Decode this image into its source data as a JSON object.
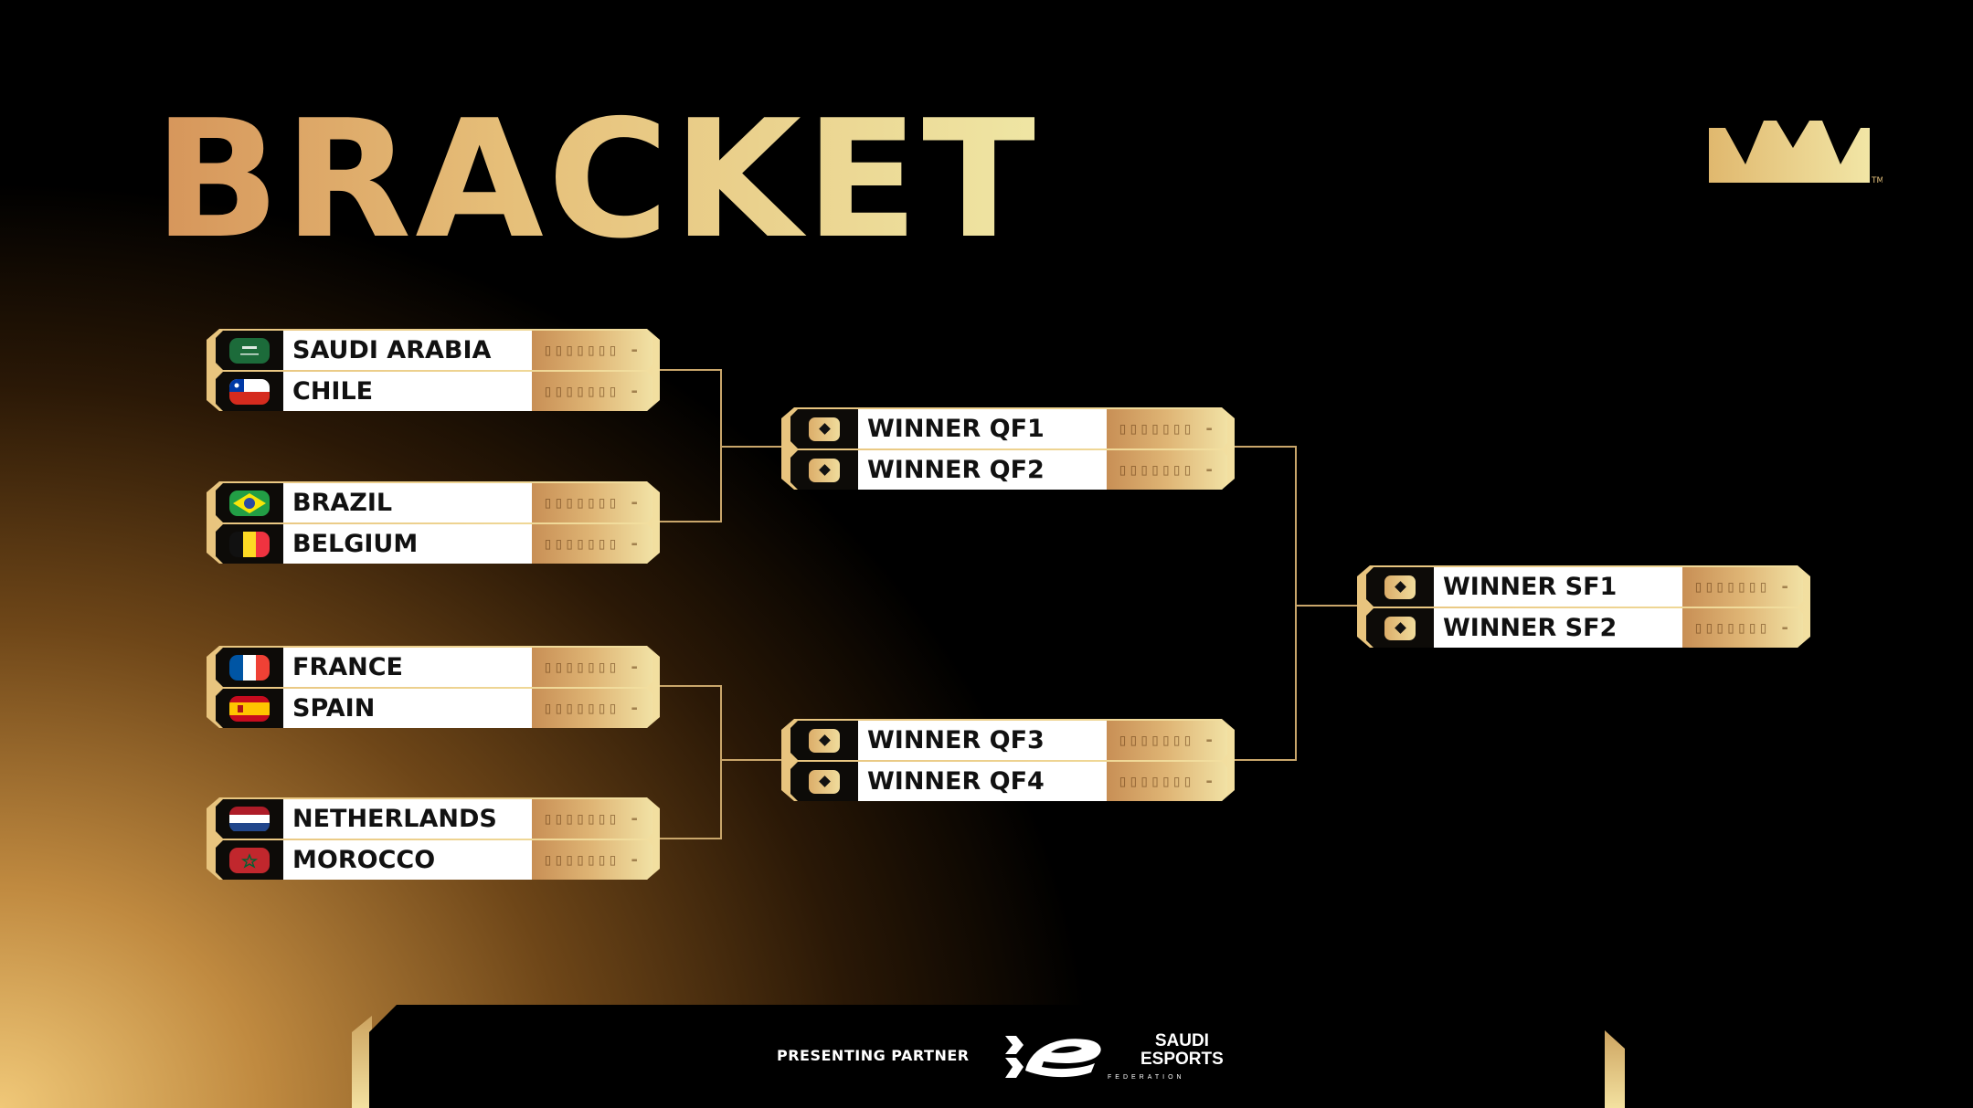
{
  "title": "BRACKET",
  "colors": {
    "gold_light": "#efe6a4",
    "gold_dark": "#d6955a",
    "background": "#000000"
  },
  "bracket": {
    "quarterfinals": [
      {
        "team1": {
          "name": "SAUDI ARABIA",
          "flag": "saudi-arabia-flag-icon",
          "score": "▯▯▯▯▯▯▯ -"
        },
        "team2": {
          "name": "CHILE",
          "flag": "chile-flag-icon",
          "score": "▯▯▯▯▯▯▯ -"
        }
      },
      {
        "team1": {
          "name": "BRAZIL",
          "flag": "brazil-flag-icon",
          "score": "▯▯▯▯▯▯▯ -"
        },
        "team2": {
          "name": "BELGIUM",
          "flag": "belgium-flag-icon",
          "score": "▯▯▯▯▯▯▯ -"
        }
      },
      {
        "team1": {
          "name": "FRANCE",
          "flag": "france-flag-icon",
          "score": "▯▯▯▯▯▯▯ -"
        },
        "team2": {
          "name": "SPAIN",
          "flag": "spain-flag-icon",
          "score": "▯▯▯▯▯▯▯ -"
        }
      },
      {
        "team1": {
          "name": "NETHERLANDS",
          "flag": "netherlands-flag-icon",
          "score": "▯▯▯▯▯▯▯ -"
        },
        "team2": {
          "name": "MOROCCO",
          "flag": "morocco-flag-icon",
          "score": "▯▯▯▯▯▯▯ -"
        }
      }
    ],
    "semifinals": [
      {
        "team1": {
          "name": "WINNER QF1",
          "score": "▯▯▯▯▯▯▯ -"
        },
        "team2": {
          "name": "WINNER QF2",
          "score": "▯▯▯▯▯▯▯ -"
        }
      },
      {
        "team1": {
          "name": "WINNER QF3",
          "score": "▯▯▯▯▯▯▯ -"
        },
        "team2": {
          "name": "WINNER QF4",
          "score": "▯▯▯▯▯▯▯ -"
        }
      }
    ],
    "final": {
      "team1": {
        "name": "WINNER SF1",
        "score": "▯▯▯▯▯▯▯ -"
      },
      "team2": {
        "name": "WINNER SF2",
        "score": "▯▯▯▯▯▯▯ -"
      }
    }
  },
  "footer": {
    "partner_label": "PRESENTING PARTNER",
    "partner_name_line1": "SAUDI",
    "partner_name_line2": "ESPORTS",
    "partner_name_line3": "FEDERATION"
  }
}
